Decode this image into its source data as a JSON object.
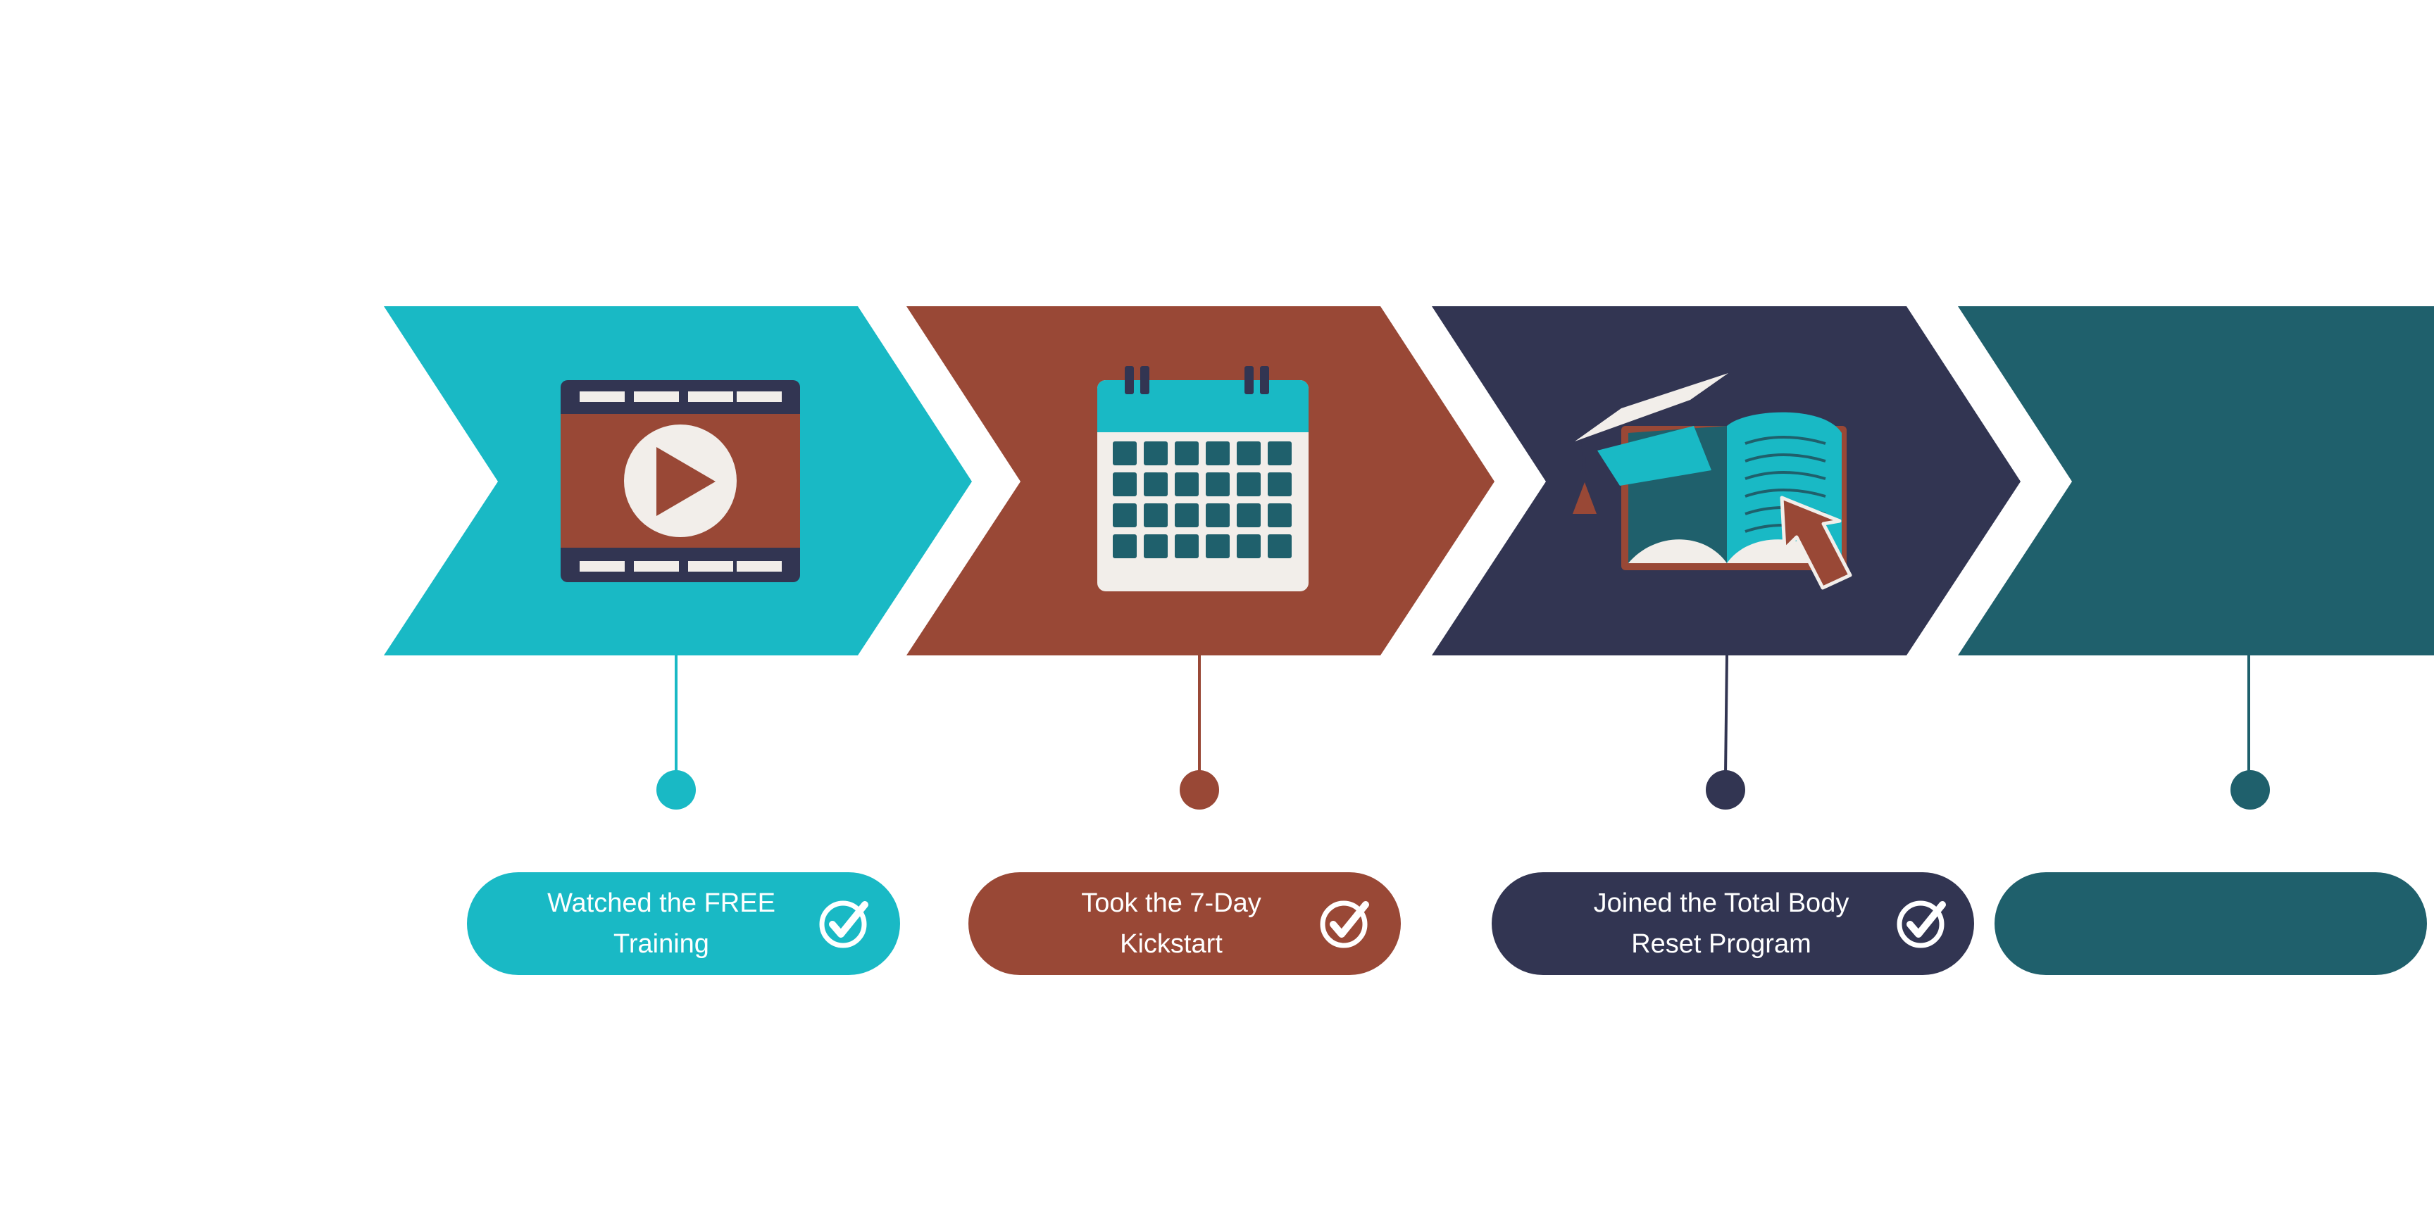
{
  "colors": {
    "teal": "#19B9C5",
    "rust": "#994836",
    "navy": "#323552",
    "dark_teal": "#1F606C",
    "cream": "#F2EEEA"
  },
  "steps": [
    {
      "icon": "video-play-icon",
      "label": "Watched the FREE\nTraining",
      "color": "#19B9C5",
      "completed": true
    },
    {
      "icon": "calendar-icon",
      "label": "Took the 7-Day\nKickstart",
      "color": "#994836",
      "completed": true
    },
    {
      "icon": "graduation-book-icon",
      "label": "Joined the Total Body\nReset Program",
      "color": "#323552",
      "completed": true
    },
    {
      "icon": "",
      "label": "",
      "color": "#1F606C",
      "completed": false
    }
  ]
}
